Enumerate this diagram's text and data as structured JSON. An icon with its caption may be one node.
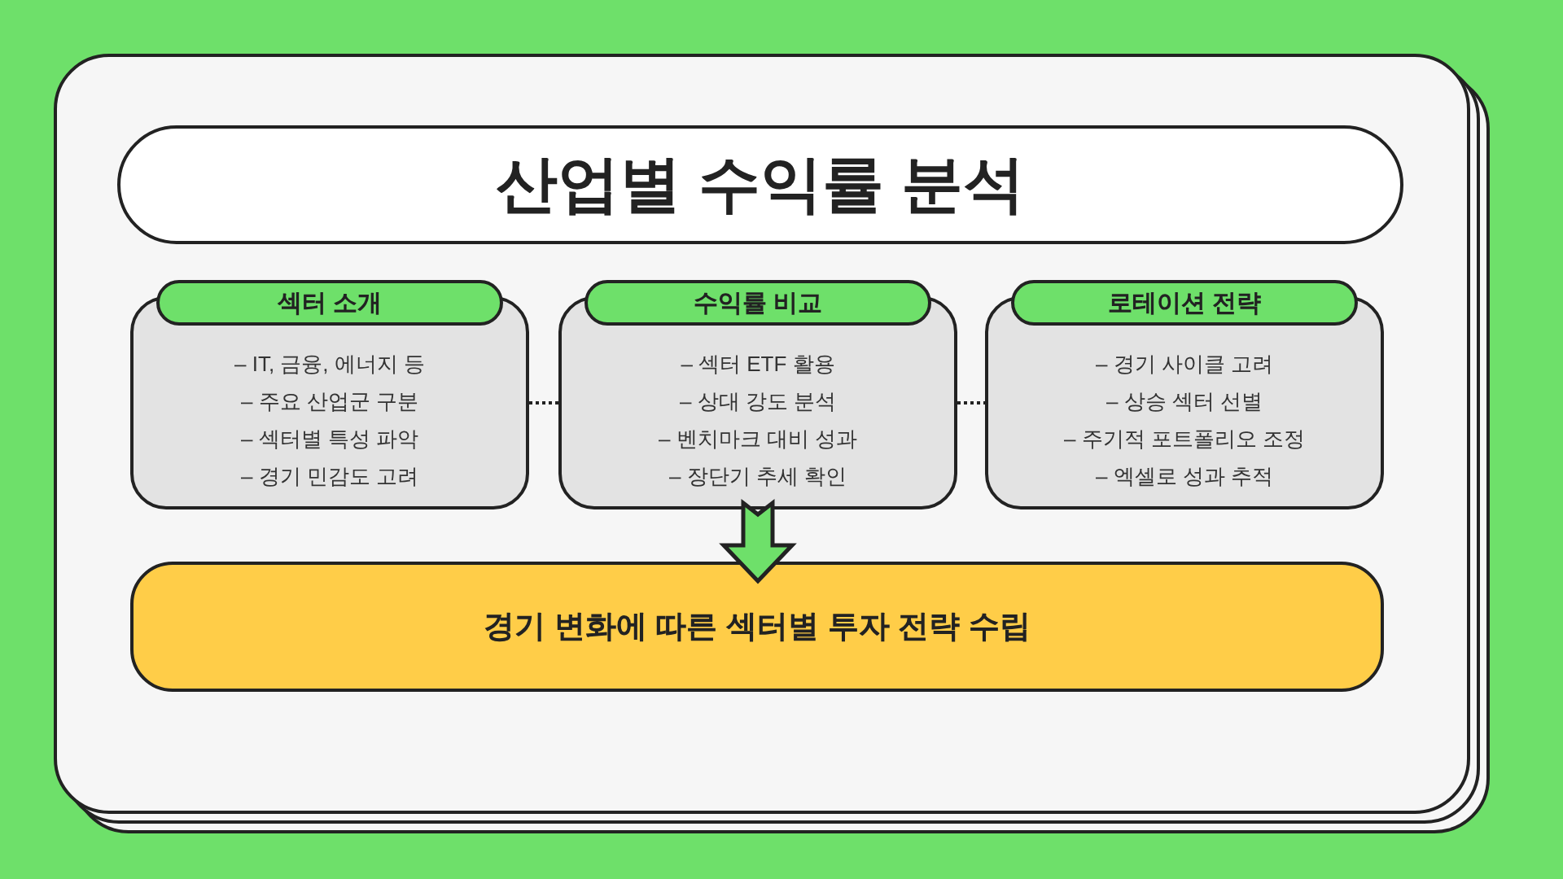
{
  "diagram": {
    "nodes": [
      {
        "text": [
          "산업별 수익률 분석"
        ]
      },
      {
        "text": [
          "섹터 소개",
          "– IT, 금융, 에너지 등",
          "– 주요 산업군 구분",
          "– 섹터별 특성 파악",
          "– 경기 민감도 고려"
        ]
      },
      {
        "text": [
          "수익률 비교",
          "– 섹터 ETF 활용",
          "– 상대 강도 분석",
          "– 벤치마크 대비 성과",
          "– 장단기 추세 확인"
        ]
      },
      {
        "text": [
          "로테이션 전략",
          "– 경기 사이클 고려",
          "– 상승 섹터 선별",
          "– 주기적 포트폴리오 조정",
          "– 엑셀로 성과 추적"
        ]
      },
      {
        "text": [
          "경기 변화에 따른 섹터별 투자 전략 수립"
        ]
      }
    ],
    "edges": [
      {
        "from": 1,
        "to": 2,
        "arrow": "none",
        "style": "dashed"
      },
      {
        "from": 2,
        "to": 3,
        "arrow": "none",
        "style": "dashed"
      },
      {
        "from": 2,
        "to": 4,
        "arrow": "to",
        "color": "#6ee06a"
      }
    ]
  }
}
